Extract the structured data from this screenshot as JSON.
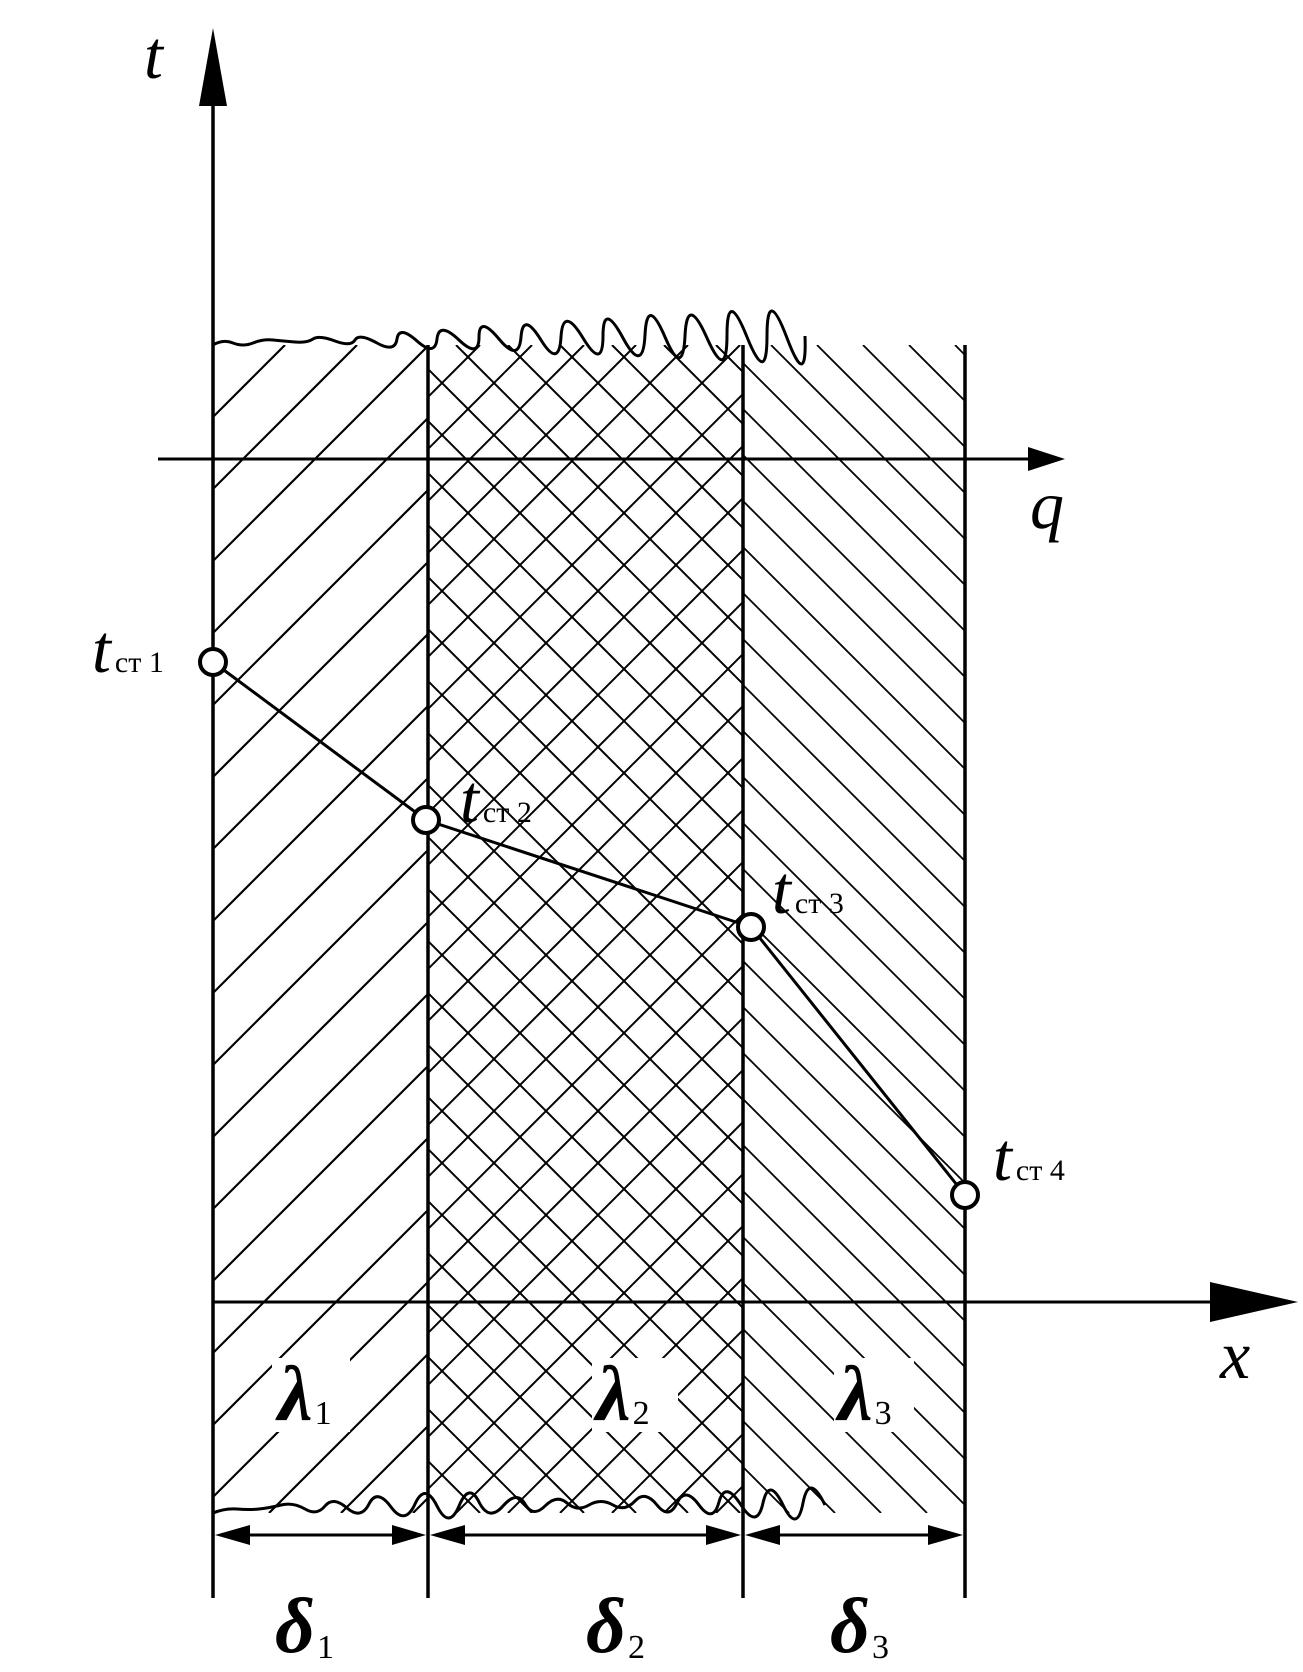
{
  "axes": {
    "t_label": "t",
    "q_label": "q",
    "x_label": "x"
  },
  "points": [
    {
      "main": "t",
      "sub": "ст 1"
    },
    {
      "main": "t",
      "sub": "ст 2"
    },
    {
      "main": "t",
      "sub": "ст 3"
    },
    {
      "main": "t",
      "sub": "ст 4"
    }
  ],
  "layers": [
    {
      "lambda": "λ",
      "lambda_sub": "1",
      "delta": "δ",
      "delta_sub": "1"
    },
    {
      "lambda": "λ",
      "lambda_sub": "2",
      "delta": "δ",
      "delta_sub": "2"
    },
    {
      "lambda": "λ",
      "lambda_sub": "3",
      "delta": "δ",
      "delta_sub": "3"
    }
  ],
  "colors": {
    "ink": "#000000",
    "background": "#ffffff"
  }
}
